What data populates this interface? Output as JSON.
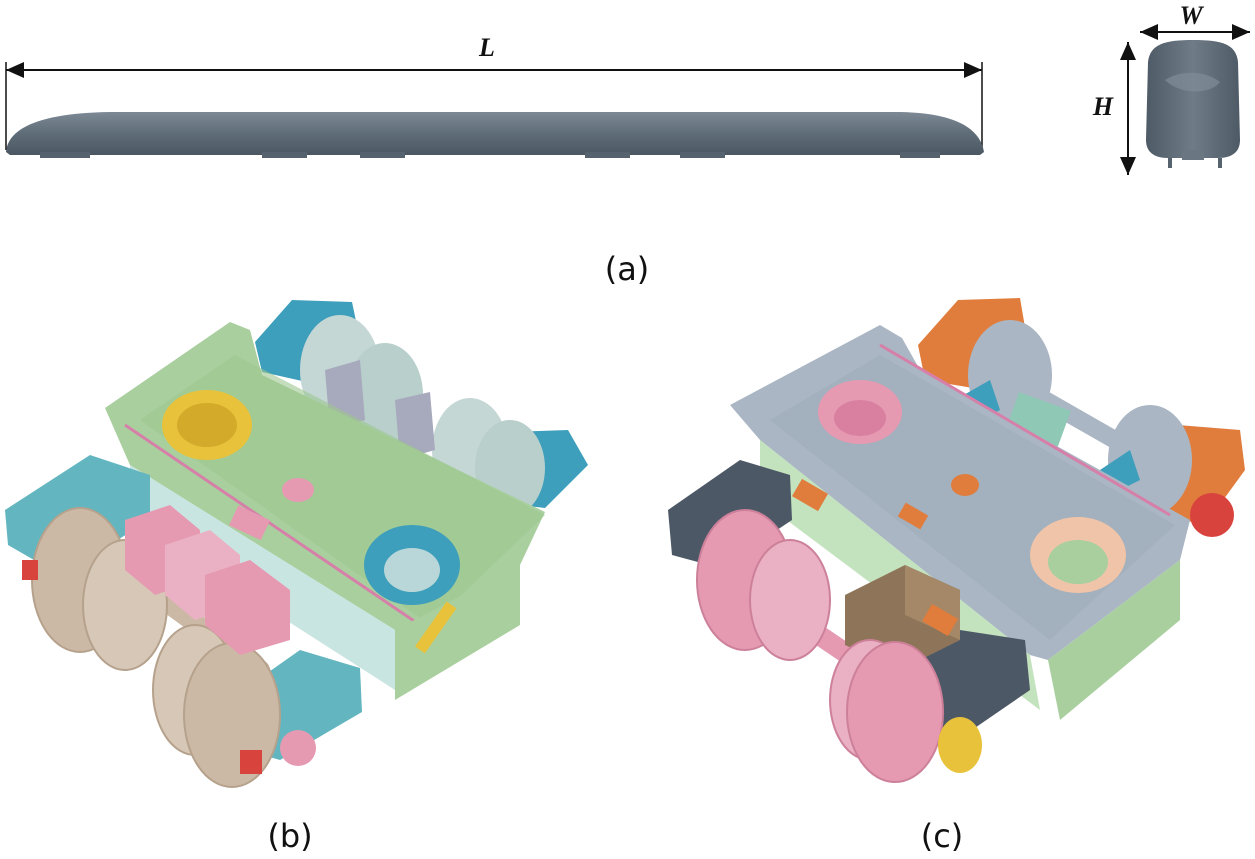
{
  "labels": {
    "length": "L",
    "width": "W",
    "height": "H",
    "panel_a": "(a)",
    "panel_b": "(b)",
    "panel_c": "(c)"
  },
  "colors": {
    "train_body": "#5f6d79",
    "frame_green": "#a9cf9f",
    "frame_gray": "#aab6c4",
    "wheel_tan": "#cbb9a5",
    "wheel_pink": "#e59ab2",
    "block_teal": "#63b6bf",
    "block_blue": "#3d9fbb",
    "block_orange": "#e07d3c",
    "block_dark": "#4d5866",
    "accent_yellow": "#e8c23b",
    "accent_red": "#d9433e",
    "gearbox_brown": "#8e7458"
  }
}
